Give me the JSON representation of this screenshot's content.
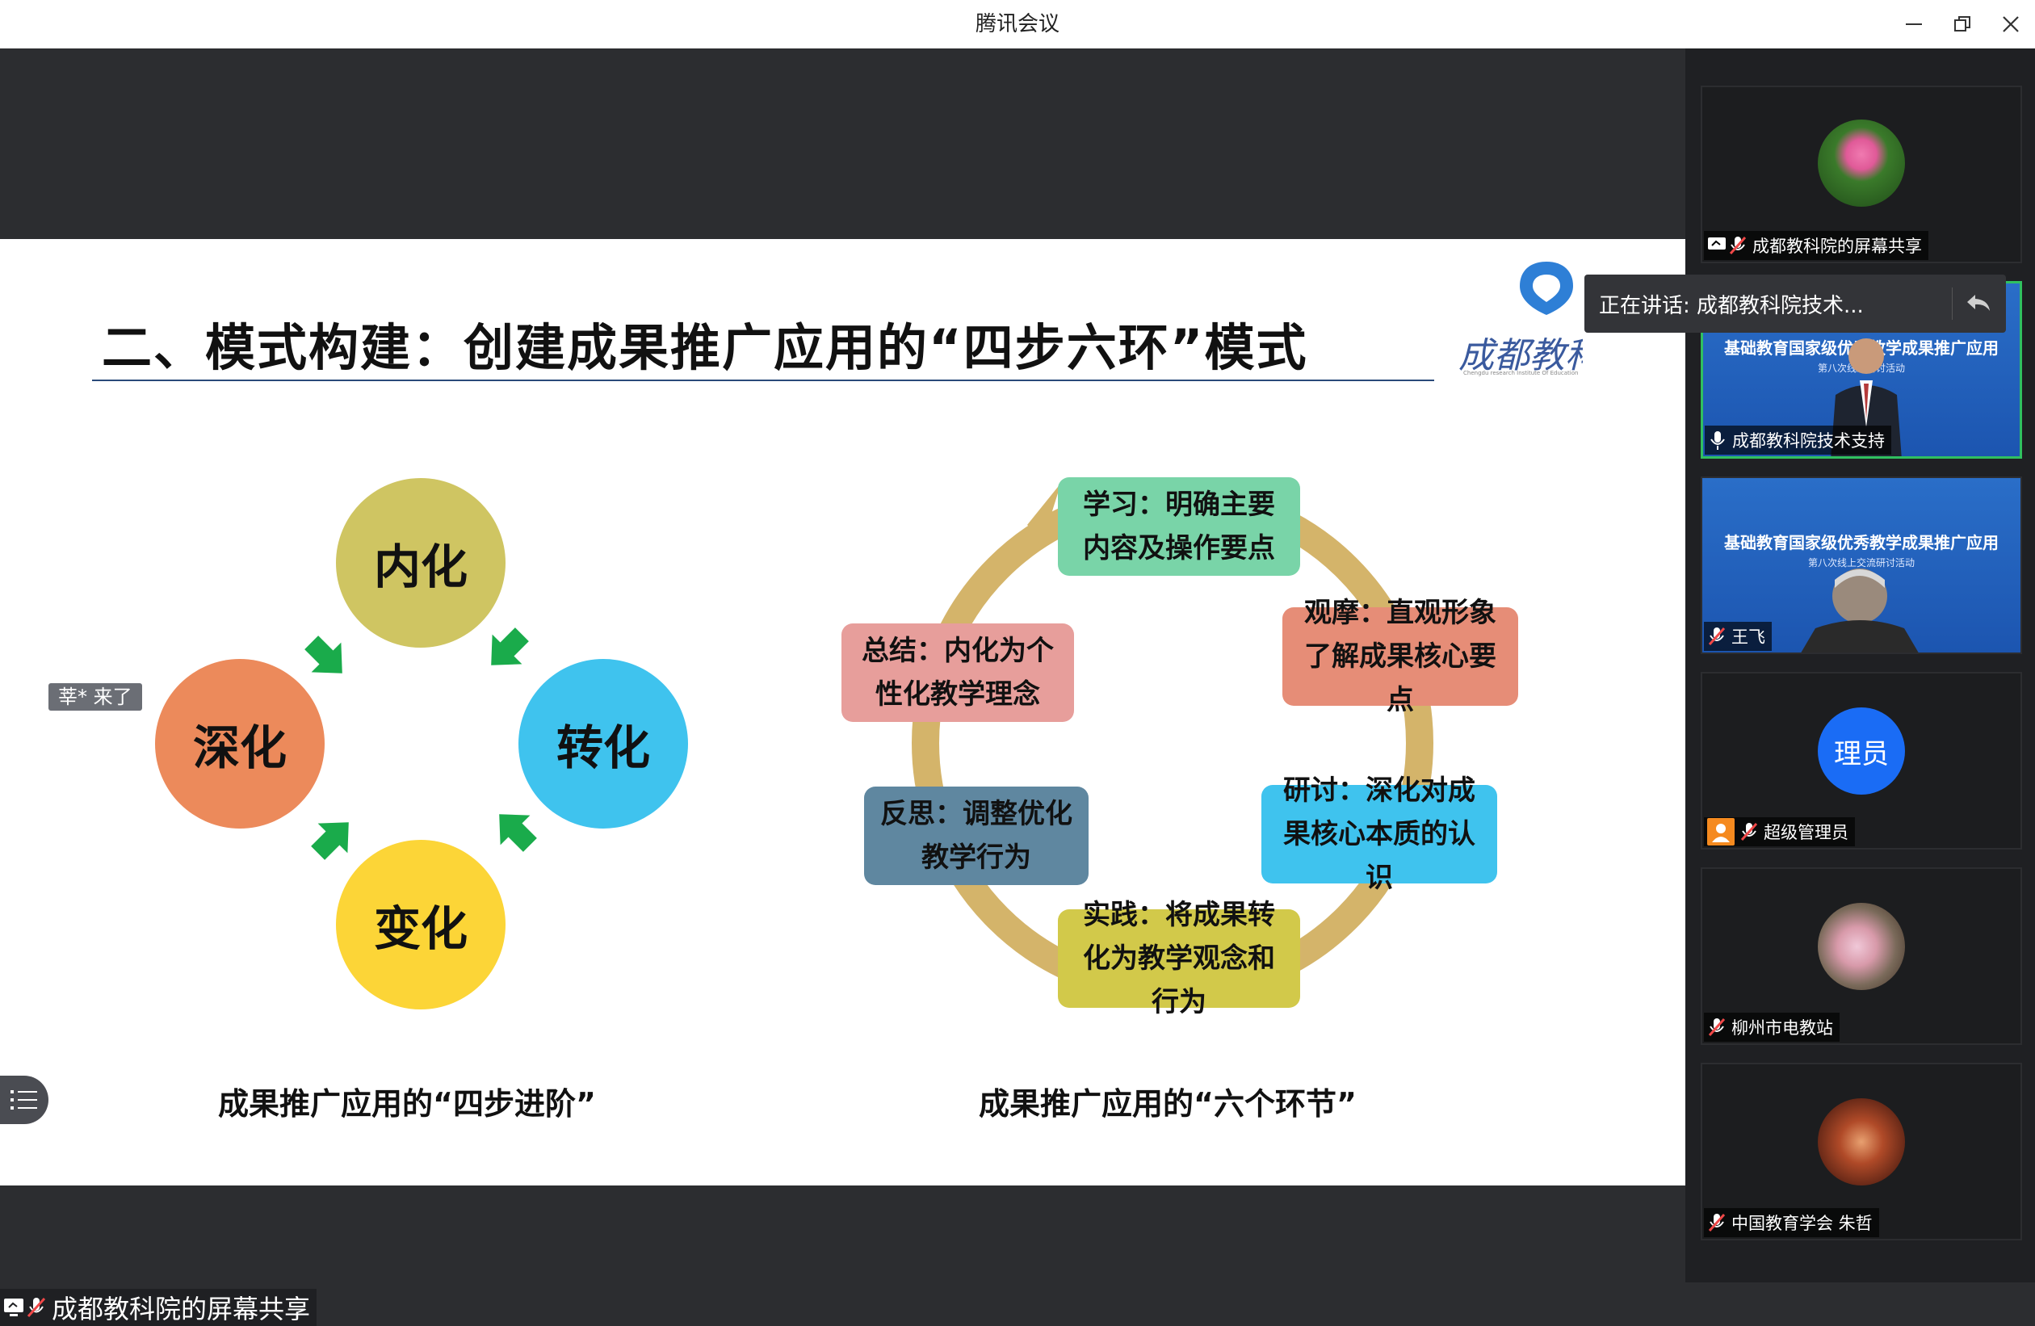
{
  "window": {
    "title": "腾讯会议"
  },
  "slide": {
    "title": "二、模式构建：创建成果推广应用的“四步六环”模式",
    "logo_text": "成都教科",
    "logo_sub": "Chengdu research Institute Of Education",
    "four_steps": [
      "内化",
      "转化",
      "变化",
      "深化"
    ],
    "four_steps_caption": "成果推广应用的“四步进阶”",
    "six_links": [
      "学习：明确主要\n内容及操作要点",
      "观摩：直观形象\n了解成果核心要\n点",
      "研讨：深化对成\n果核心本质的认\n识",
      "实践：将成果转\n化为教学观念和\n行为",
      "反思：调整优化\n教学行为",
      "总结：内化为个\n性化教学理念"
    ],
    "six_links_caption": "成果推广应用的“六个环节”"
  },
  "join_toast": "莘* 来了",
  "share_label": "成都教科院的屏幕共享",
  "speaking": {
    "label": "正在讲话: 成都教科院技术..."
  },
  "participants": [
    {
      "name": "成都教科院的屏幕共享"
    },
    {
      "name": "成都教科院技术支持",
      "video_title": "基础教育国家级优秀教学成果推广应用",
      "video_sub": "第八次线上研讨活动"
    },
    {
      "name": "王飞",
      "video_title": "基础教育国家级优秀教学成果推广应用",
      "video_sub": "第八次线上交流研讨活动"
    },
    {
      "name": "超级管理员",
      "avatar_text": "理员"
    },
    {
      "name": "柳州市电教站"
    },
    {
      "name": "中国教育学会 朱哲"
    }
  ]
}
